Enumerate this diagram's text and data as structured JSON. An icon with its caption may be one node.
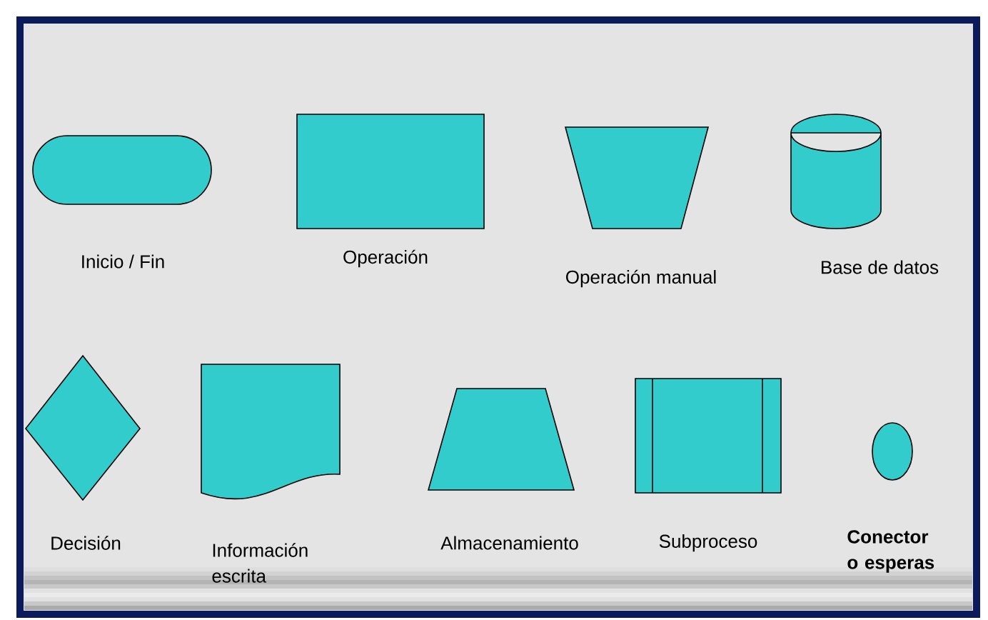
{
  "diagram": {
    "nodes": [
      {
        "text": [
          "Inicio / Fin"
        ]
      },
      {
        "text": [
          "Operación"
        ]
      },
      {
        "text": [
          "Operación manual"
        ]
      },
      {
        "text": [
          "Base de datos"
        ]
      },
      {
        "text": [
          "Decisión"
        ]
      },
      {
        "text": [
          "Información escrita"
        ]
      },
      {
        "text": [
          "Almacenamiento"
        ]
      },
      {
        "text": [
          "Subproceso"
        ]
      },
      {
        "text": [
          "Conector o esperas"
        ]
      }
    ]
  }
}
